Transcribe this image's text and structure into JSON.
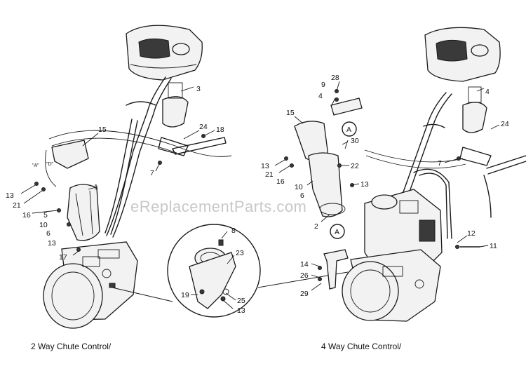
{
  "watermark": "eReplacementParts.com",
  "captions": {
    "left": "2 Way Chute Control/",
    "right": "4 Way Chute Control/"
  },
  "left_labels": {
    "n3": "3",
    "n15": "15",
    "n24": "24",
    "n18": "18",
    "n7": "7",
    "n13": "13",
    "n21": "21",
    "n16": "16",
    "n5": "5",
    "n10": "10",
    "n6": "6",
    "n13b": "13",
    "n17": "17",
    "n1": "1",
    "a_tag": "\"A\"",
    "d_tag": "\"D\""
  },
  "detail_labels": {
    "n8": "8",
    "n23": "23",
    "n19": "19",
    "n25": "25",
    "n13": "13"
  },
  "right_labels": {
    "n9": "9",
    "n28": "28",
    "n4": "4",
    "n15": "15",
    "n30": "30",
    "n22": "22",
    "n13": "13",
    "n21": "21",
    "n16": "16",
    "n10": "10",
    "n6": "6",
    "n13b": "13",
    "n2": "2",
    "n4b": "4",
    "n24": "24",
    "n7": "7",
    "n12": "12",
    "n11": "11",
    "n14": "14",
    "n26": "26",
    "n29": "29",
    "a_top": "A",
    "a_bottom": "A"
  }
}
